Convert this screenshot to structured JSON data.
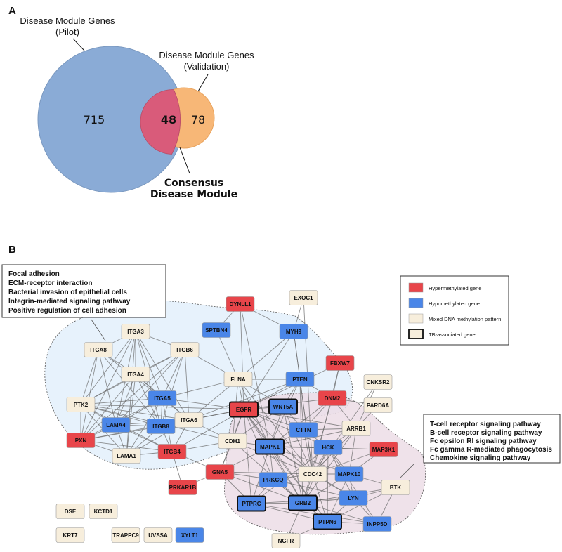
{
  "colors": {
    "hyper": "#e8454a",
    "hypo": "#4a86e8",
    "mixed": "#f7eedc",
    "pilot_circle": "#8aabd6",
    "validation_circle": "#f7b777",
    "overlap": "#d95b7a",
    "module_bg": "#e3f0fb",
    "cluster_bg": "#ecdde6"
  },
  "panel_a": {
    "label": "A",
    "pilot_title_1": "Disease Module Genes",
    "pilot_title_2": "(Pilot)",
    "validation_title_1": "Disease Module Genes",
    "validation_title_2": "(Validation)",
    "pilot_only": "715",
    "overlap": "48",
    "validation_only": "78",
    "consensus_1": "Consensus",
    "consensus_2": "Disease Module"
  },
  "panel_b": {
    "label": "B",
    "box_left": [
      "Focal adhesion",
      "ECM-receptor interaction",
      "Bacterial invasion of epithelial cells",
      "Integrin-mediated signaling pathway",
      "Positive regulation of cell adhesion"
    ],
    "box_right": [
      "T-cell receptor signaling pathway",
      "B-cell receptor signaling pathway",
      "Fc epsilon RI signaling pathway",
      "Fc gamma R-mediated phagocytosis",
      "Chemokine signaling pathway"
    ],
    "legend": [
      {
        "label": "Hypermethylated gene",
        "kind": "hyper"
      },
      {
        "label": "Hypomethylated gene",
        "kind": "hypo"
      },
      {
        "label": "Mixed DNA methylation pattern",
        "kind": "mixed"
      },
      {
        "label": "TB-associated gene",
        "kind": "tb"
      }
    ],
    "nodes": [
      {
        "id": "DYNLL1",
        "label": "DYNLL1",
        "kind": "hyper",
        "tb": false
      },
      {
        "id": "EXOC1",
        "label": "EXOC1",
        "kind": "mixed",
        "tb": false
      },
      {
        "id": "SPTBN4",
        "label": "SPTBN4",
        "kind": "hypo",
        "tb": false
      },
      {
        "id": "MYH9",
        "label": "MYH9",
        "kind": "hypo",
        "tb": false
      },
      {
        "id": "FBXW7",
        "label": "FBXW7",
        "kind": "hyper",
        "tb": false
      },
      {
        "id": "ITGA3",
        "label": "ITGA3",
        "kind": "mixed",
        "tb": false
      },
      {
        "id": "ITGA8",
        "label": "ITGA8",
        "kind": "mixed",
        "tb": false
      },
      {
        "id": "ITGB6",
        "label": "ITGB6",
        "kind": "mixed",
        "tb": false
      },
      {
        "id": "FLNA",
        "label": "FLNA",
        "kind": "mixed",
        "tb": false
      },
      {
        "id": "PTEN",
        "label": "PTEN",
        "kind": "hypo",
        "tb": false
      },
      {
        "id": "CNKSR2",
        "label": "CNKSR2",
        "kind": "mixed",
        "tb": false
      },
      {
        "id": "ITGA4",
        "label": "ITGA4",
        "kind": "mixed",
        "tb": false
      },
      {
        "id": "ITGA5",
        "label": "ITGA5",
        "kind": "hypo",
        "tb": false
      },
      {
        "id": "DNM2",
        "label": "DNM2",
        "kind": "hyper",
        "tb": false
      },
      {
        "id": "PTK2",
        "label": "PTK2",
        "kind": "mixed",
        "tb": false
      },
      {
        "id": "EGFR",
        "label": "EGFR",
        "kind": "hyper",
        "tb": true
      },
      {
        "id": "WNT5A",
        "label": "WNT5A",
        "kind": "hypo",
        "tb": true
      },
      {
        "id": "PARD6A",
        "label": "PARD6A",
        "kind": "mixed",
        "tb": false
      },
      {
        "id": "LAMA4",
        "label": "LAMA4",
        "kind": "hypo",
        "tb": false
      },
      {
        "id": "ITGB8",
        "label": "ITGB8",
        "kind": "hypo",
        "tb": false
      },
      {
        "id": "ITGA6",
        "label": "ITGA6",
        "kind": "mixed",
        "tb": false
      },
      {
        "id": "CTTN",
        "label": "CTTN",
        "kind": "hypo",
        "tb": false
      },
      {
        "id": "ARRB1",
        "label": "ARRB1",
        "kind": "mixed",
        "tb": false
      },
      {
        "id": "PXN",
        "label": "PXN",
        "kind": "hyper",
        "tb": false
      },
      {
        "id": "CDH1",
        "label": "CDH1",
        "kind": "mixed",
        "tb": false
      },
      {
        "id": "MAPK1",
        "label": "MAPK1",
        "kind": "hypo",
        "tb": true
      },
      {
        "id": "HCK",
        "label": "HCK",
        "kind": "hypo",
        "tb": false
      },
      {
        "id": "MAP3K1",
        "label": "MAP3K1",
        "kind": "hyper",
        "tb": false
      },
      {
        "id": "LAMA1",
        "label": "LAMA1",
        "kind": "mixed",
        "tb": false
      },
      {
        "id": "ITGB4",
        "label": "ITGB4",
        "kind": "hyper",
        "tb": false
      },
      {
        "id": "CDC42",
        "label": "CDC42",
        "kind": "mixed",
        "tb": false
      },
      {
        "id": "MAPK10",
        "label": "MAPK10",
        "kind": "hypo",
        "tb": false
      },
      {
        "id": "GNA5",
        "label": "GNA5",
        "kind": "hyper",
        "tb": false
      },
      {
        "id": "PRKCQ",
        "label": "PRKCQ",
        "kind": "hypo",
        "tb": false
      },
      {
        "id": "PRKAR1B",
        "label": "PRKAR1B",
        "kind": "hyper",
        "tb": false
      },
      {
        "id": "BTK",
        "label": "BTK",
        "kind": "mixed",
        "tb": false
      },
      {
        "id": "PTPRC",
        "label": "PTPRC",
        "kind": "hypo",
        "tb": true
      },
      {
        "id": "GRB2",
        "label": "GRB2",
        "kind": "hypo",
        "tb": true
      },
      {
        "id": "LYN",
        "label": "LYN",
        "kind": "hypo",
        "tb": false
      },
      {
        "id": "PTPN6",
        "label": "PTPN6",
        "kind": "hypo",
        "tb": true
      },
      {
        "id": "INPP5D",
        "label": "INPP5D",
        "kind": "hypo",
        "tb": false
      },
      {
        "id": "NGFR",
        "label": "NGFR",
        "kind": "mixed",
        "tb": false
      },
      {
        "id": "DSE",
        "label": "DSE",
        "kind": "mixed",
        "tb": false
      },
      {
        "id": "KCTD1",
        "label": "KCTD1",
        "kind": "mixed",
        "tb": false
      },
      {
        "id": "KRT7",
        "label": "KRT7",
        "kind": "mixed",
        "tb": false
      },
      {
        "id": "TRAPPC9",
        "label": "TRAPPC9",
        "kind": "mixed",
        "tb": false
      },
      {
        "id": "UVSSA",
        "label": "UVSSA",
        "kind": "mixed",
        "tb": false
      },
      {
        "id": "XYLT1",
        "label": "XYLT1",
        "kind": "hypo",
        "tb": false
      }
    ],
    "edges": [
      [
        "ITGA3",
        "ITGA8"
      ],
      [
        "ITGA3",
        "ITGB6"
      ],
      [
        "ITGA3",
        "ITGA4"
      ],
      [
        "ITGA3",
        "ITGA5"
      ],
      [
        "ITGA3",
        "PTK2"
      ],
      [
        "ITGA3",
        "LAMA4"
      ],
      [
        "ITGA3",
        "ITGB8"
      ],
      [
        "ITGA3",
        "PXN"
      ],
      [
        "ITGA3",
        "LAMA1"
      ],
      [
        "ITGA3",
        "ITGA6"
      ],
      [
        "ITGA8",
        "ITGA4"
      ],
      [
        "ITGA8",
        "PTK2"
      ],
      [
        "ITGA8",
        "LAMA4"
      ],
      [
        "ITGA8",
        "ITGA5"
      ],
      [
        "ITGA8",
        "PXN"
      ],
      [
        "ITGA8",
        "ITGB8"
      ],
      [
        "ITGB6",
        "ITGA4"
      ],
      [
        "ITGB6",
        "ITGA5"
      ],
      [
        "ITGB6",
        "PTK2"
      ],
      [
        "ITGB6",
        "FLNA"
      ],
      [
        "ITGB6",
        "LAMA4"
      ],
      [
        "ITGB6",
        "ITGA6"
      ],
      [
        "ITGB6",
        "ITGB8"
      ],
      [
        "ITGB6",
        "PXN"
      ],
      [
        "ITGA4",
        "ITGA5"
      ],
      [
        "ITGA4",
        "PTK2"
      ],
      [
        "ITGA4",
        "LAMA4"
      ],
      [
        "ITGA4",
        "ITGB8"
      ],
      [
        "ITGA4",
        "PXN"
      ],
      [
        "ITGA4",
        "LAMA1"
      ],
      [
        "ITGA4",
        "ITGA6"
      ],
      [
        "ITGA5",
        "PTK2"
      ],
      [
        "ITGA5",
        "LAMA4"
      ],
      [
        "ITGA5",
        "ITGB8"
      ],
      [
        "ITGA5",
        "ITGA6"
      ],
      [
        "ITGA5",
        "EGFR"
      ],
      [
        "ITGA5",
        "PXN"
      ],
      [
        "ITGA5",
        "LAMA1"
      ],
      [
        "ITGA5",
        "ITGB4"
      ],
      [
        "ITGA5",
        "FLNA"
      ],
      [
        "PTK2",
        "LAMA4"
      ],
      [
        "PTK2",
        "PXN"
      ],
      [
        "PTK2",
        "ITGB8"
      ],
      [
        "PTK2",
        "LAMA1"
      ],
      [
        "PTK2",
        "EGFR"
      ],
      [
        "PTK2",
        "ITGA6"
      ],
      [
        "PTK2",
        "ITGB4"
      ],
      [
        "PTK2",
        "CDH1"
      ],
      [
        "LAMA4",
        "ITGB8"
      ],
      [
        "LAMA4",
        "PXN"
      ],
      [
        "LAMA4",
        "LAMA1"
      ],
      [
        "LAMA4",
        "ITGA6"
      ],
      [
        "LAMA4",
        "ITGB4"
      ],
      [
        "ITGB8",
        "ITGA6"
      ],
      [
        "ITGB8",
        "LAMA1"
      ],
      [
        "ITGB8",
        "ITGB4"
      ],
      [
        "ITGB8",
        "PXN"
      ],
      [
        "PXN",
        "LAMA1"
      ],
      [
        "PXN",
        "ITGB4"
      ],
      [
        "PXN",
        "EGFR"
      ],
      [
        "LAMA1",
        "ITGB4"
      ],
      [
        "LAMA1",
        "ITGA6"
      ],
      [
        "ITGA6",
        "ITGB4"
      ],
      [
        "ITGA6",
        "EGFR"
      ],
      [
        "ITGA6",
        "CDH1"
      ],
      [
        "ITGB4",
        "EGFR"
      ],
      [
        "ITGB4",
        "PRKAR1B"
      ],
      [
        "ITGB4",
        "GNA5"
      ],
      [
        "ITGB4",
        "CDH1"
      ],
      [
        "FLNA",
        "EGFR"
      ],
      [
        "FLNA",
        "PTEN"
      ],
      [
        "FLNA",
        "MYH9"
      ],
      [
        "FLNA",
        "CDH1"
      ],
      [
        "FLNA",
        "WNT5A"
      ],
      [
        "FLNA",
        "ITGA6"
      ],
      [
        "FLNA",
        "CDC42"
      ],
      [
        "FLNA",
        "MAPK1"
      ],
      [
        "SPTBN4",
        "DYNLL1"
      ],
      [
        "SPTBN4",
        "FLNA"
      ],
      [
        "DYNLL1",
        "MYH9"
      ],
      [
        "DYNLL1",
        "EGFR"
      ],
      [
        "DYNLL1",
        "MAPK1"
      ],
      [
        "EXOC1",
        "MYH9"
      ],
      [
        "EXOC1",
        "CDC42"
      ],
      [
        "MYH9",
        "PTEN"
      ],
      [
        "MYH9",
        "EGFR"
      ],
      [
        "MYH9",
        "CDC42"
      ],
      [
        "PTEN",
        "EGFR"
      ],
      [
        "PTEN",
        "WNT5A"
      ],
      [
        "PTEN",
        "CTTN"
      ],
      [
        "PTEN",
        "DNM2"
      ],
      [
        "PTEN",
        "MAPK1"
      ],
      [
        "PTEN",
        "CDC42"
      ],
      [
        "PTEN",
        "GRB2"
      ],
      [
        "PTEN",
        "ITGA6"
      ],
      [
        "FBXW7",
        "DNM2"
      ],
      [
        "FBXW7",
        "CDC42"
      ],
      [
        "FBXW7",
        "EGFR"
      ],
      [
        "CNKSR2",
        "ARRB1"
      ],
      [
        "CNKSR2",
        "CDC42"
      ],
      [
        "PARD6A",
        "CDC42"
      ],
      [
        "PARD6A",
        "DNM2"
      ],
      [
        "DNM2",
        "EGFR"
      ],
      [
        "DNM2",
        "CTTN"
      ],
      [
        "DNM2",
        "ARRB1"
      ],
      [
        "DNM2",
        "MAPK1"
      ],
      [
        "DNM2",
        "GRB2"
      ],
      [
        "EGFR",
        "WNT5A"
      ],
      [
        "EGFR",
        "CDH1"
      ],
      [
        "EGFR",
        "MAPK1"
      ],
      [
        "EGFR",
        "CTTN"
      ],
      [
        "EGFR",
        "GRB2"
      ],
      [
        "EGFR",
        "GNA5"
      ],
      [
        "EGFR",
        "PRKCQ"
      ],
      [
        "EGFR",
        "HCK"
      ],
      [
        "EGFR",
        "CDC42"
      ],
      [
        "EGFR",
        "ARRB1"
      ],
      [
        "EGFR",
        "PTPN6"
      ],
      [
        "EGFR",
        "PTPRC"
      ],
      [
        "WNT5A",
        "CTTN"
      ],
      [
        "WNT5A",
        "MAPK1"
      ],
      [
        "WNT5A",
        "CDC42"
      ],
      [
        "WNT5A",
        "CDH1"
      ],
      [
        "WNT5A",
        "GRB2"
      ],
      [
        "CTTN",
        "HCK"
      ],
      [
        "CTTN",
        "MAPK1"
      ],
      [
        "CTTN",
        "CDC42"
      ],
      [
        "CTTN",
        "ARRB1"
      ],
      [
        "ARRB1",
        "MAPK1"
      ],
      [
        "ARRB1",
        "CDC42"
      ],
      [
        "ARRB1",
        "MAPK10"
      ],
      [
        "ARRB1",
        "HCK"
      ],
      [
        "ARRB1",
        "GRB2"
      ],
      [
        "CDH1",
        "MAPK1"
      ],
      [
        "CDH1",
        "GNA5"
      ],
      [
        "CDH1",
        "CDC42"
      ],
      [
        "CDH1",
        "GRB2"
      ],
      [
        "MAPK1",
        "HCK"
      ],
      [
        "MAPK1",
        "CDC42"
      ],
      [
        "MAPK1",
        "PRKCQ"
      ],
      [
        "MAPK1",
        "GRB2"
      ],
      [
        "MAPK1",
        "GNA5"
      ],
      [
        "MAPK1",
        "MAPK10"
      ],
      [
        "MAPK1",
        "PTPRC"
      ],
      [
        "MAPK1",
        "LYN"
      ],
      [
        "MAPK1",
        "PTPN6"
      ],
      [
        "MAPK1",
        "MAP3K1"
      ],
      [
        "HCK",
        "CDC42"
      ],
      [
        "HCK",
        "LYN"
      ],
      [
        "HCK",
        "PTPN6"
      ],
      [
        "HCK",
        "PTPRC"
      ],
      [
        "HCK",
        "GRB2"
      ],
      [
        "HCK",
        "MAPK10"
      ],
      [
        "HCK",
        "INPP5D"
      ],
      [
        "MAP3K1",
        "MAPK10"
      ],
      [
        "MAP3K1",
        "MAPK1"
      ],
      [
        "MAP3K1",
        "CDC42"
      ],
      [
        "CDC42",
        "MAPK10"
      ],
      [
        "CDC42",
        "GRB2"
      ],
      [
        "CDC42",
        "PRKCQ"
      ],
      [
        "CDC42",
        "LYN"
      ],
      [
        "CDC42",
        "GNA5"
      ],
      [
        "CDC42",
        "PTPN6"
      ],
      [
        "MAPK10",
        "LYN"
      ],
      [
        "MAPK10",
        "GRB2"
      ],
      [
        "MAPK10",
        "BTK"
      ],
      [
        "MAPK10",
        "PTPN6"
      ],
      [
        "GNA5",
        "PRKCQ"
      ],
      [
        "GNA5",
        "PRKAR1B"
      ],
      [
        "GNA5",
        "GRB2"
      ],
      [
        "GNA5",
        "PTPRC"
      ],
      [
        "PRKCQ",
        "PTPRC"
      ],
      [
        "PRKCQ",
        "GRB2"
      ],
      [
        "PRKCQ",
        "LYN"
      ],
      [
        "PRKCQ",
        "PTPN6"
      ],
      [
        "BTK",
        "LYN"
      ],
      [
        "BTK",
        "GRB2"
      ],
      [
        "BTK",
        "INPP5D"
      ],
      [
        "BTK",
        "PTPN6"
      ],
      [
        "PTPRC",
        "GRB2"
      ],
      [
        "PTPRC",
        "LYN"
      ],
      [
        "PTPRC",
        "PTPN6"
      ],
      [
        "PTPRC",
        "INPP5D"
      ],
      [
        "GRB2",
        "LYN"
      ],
      [
        "GRB2",
        "PTPN6"
      ],
      [
        "GRB2",
        "INPP5D"
      ],
      [
        "GRB2",
        "NGFR"
      ],
      [
        "LYN",
        "PTPN6"
      ],
      [
        "LYN",
        "INPP5D"
      ],
      [
        "PTPN6",
        "INPP5D"
      ],
      [
        "PTPN6",
        "NGFR"
      ]
    ]
  }
}
